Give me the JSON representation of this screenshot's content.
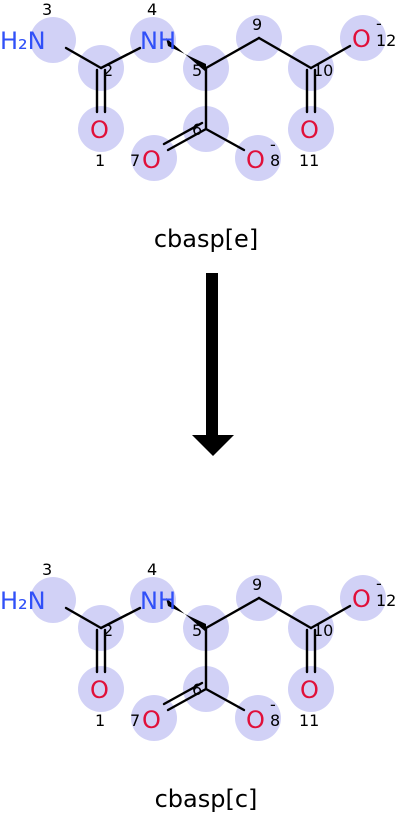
{
  "colors": {
    "highlight": "#ccccf5",
    "nitrogen": "#3050f8",
    "oxygen": "#e0103a",
    "bond": "#000000",
    "arrow": "#000000"
  },
  "molecules": [
    {
      "name": "cbasp[e]",
      "atoms": {
        "n3": "H₂N",
        "n4": "NH",
        "o1": "O",
        "o7": "O",
        "o8": "O",
        "o11": "O",
        "o12": "O",
        "o8_charge": "-",
        "o12_charge": "-"
      },
      "indices": [
        "1",
        "2",
        "3",
        "4",
        "5",
        "6",
        "7",
        "8",
        "9",
        "10",
        "11",
        "12"
      ]
    },
    {
      "name": "cbasp[c]",
      "atoms": {
        "n3": "H₂N",
        "n4": "NH",
        "o1": "O",
        "o7": "O",
        "o8": "O",
        "o11": "O",
        "o12": "O",
        "o8_charge": "-",
        "o12_charge": "-"
      },
      "indices": [
        "1",
        "2",
        "3",
        "4",
        "5",
        "6",
        "7",
        "8",
        "9",
        "10",
        "11",
        "12"
      ]
    }
  ],
  "arrow": {
    "direction": "down"
  }
}
